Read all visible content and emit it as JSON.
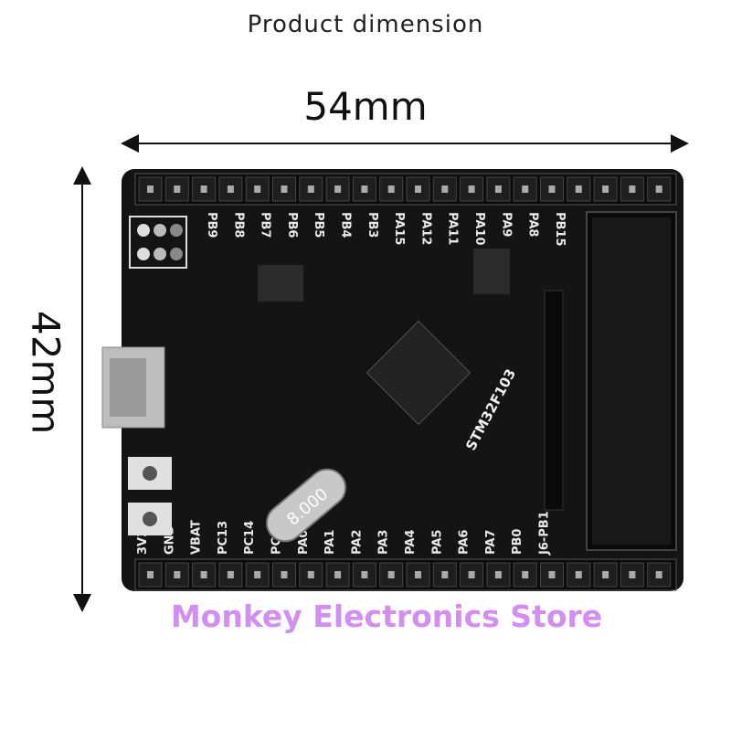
{
  "title": "Product dimension",
  "dimensions": {
    "width_label": "54mm",
    "height_label": "42mm"
  },
  "watermark": "Monkey Electronics Store",
  "board": {
    "top_pins": [
      "PB9",
      "PB8",
      "PB7",
      "PB6",
      "PB5",
      "PB4",
      "PB3",
      "PA15",
      "PA12",
      "PA11",
      "PA10",
      "PA9",
      "PA8",
      "PB15"
    ],
    "bottom_pins": [
      "3V3",
      "GND",
      "VBAT",
      "PC13",
      "PC14",
      "PC15",
      "PA0",
      "PA1",
      "PA2",
      "PA3",
      "PA4",
      "PA5",
      "PA6",
      "PA7",
      "PB0",
      "J6-PB1"
    ],
    "chip_label": "STM32F103",
    "crystal_label": "8.000",
    "colors": {
      "pcb": "#141414",
      "watermark": "#d28ef2"
    }
  }
}
